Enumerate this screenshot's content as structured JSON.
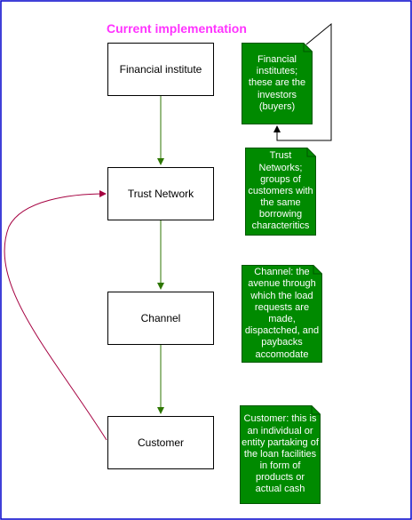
{
  "title": "Current implementation",
  "boxes": {
    "financial_institute": "Financial institute",
    "trust_network": "Trust Network",
    "channel": "Channel",
    "customer": "Customer"
  },
  "notes": {
    "financial": "Financial institutes; these are the investors (buyers)",
    "trust": "Trust Networks; groups of customers with the same borrowing characteritics",
    "channel": "Channel: the avenue through which the load requests are made, dispactched, and paybacks accomodate",
    "customer": "Customer: this is an individual or entity partaking of the loan facilities in form of products or actual cash"
  },
  "colors": {
    "border": "#0000cc",
    "title": "#ff33ff",
    "arrow": "#2d7600",
    "note_fill": "#008a00",
    "note_stroke": "#005700",
    "curve": "#a50040"
  }
}
